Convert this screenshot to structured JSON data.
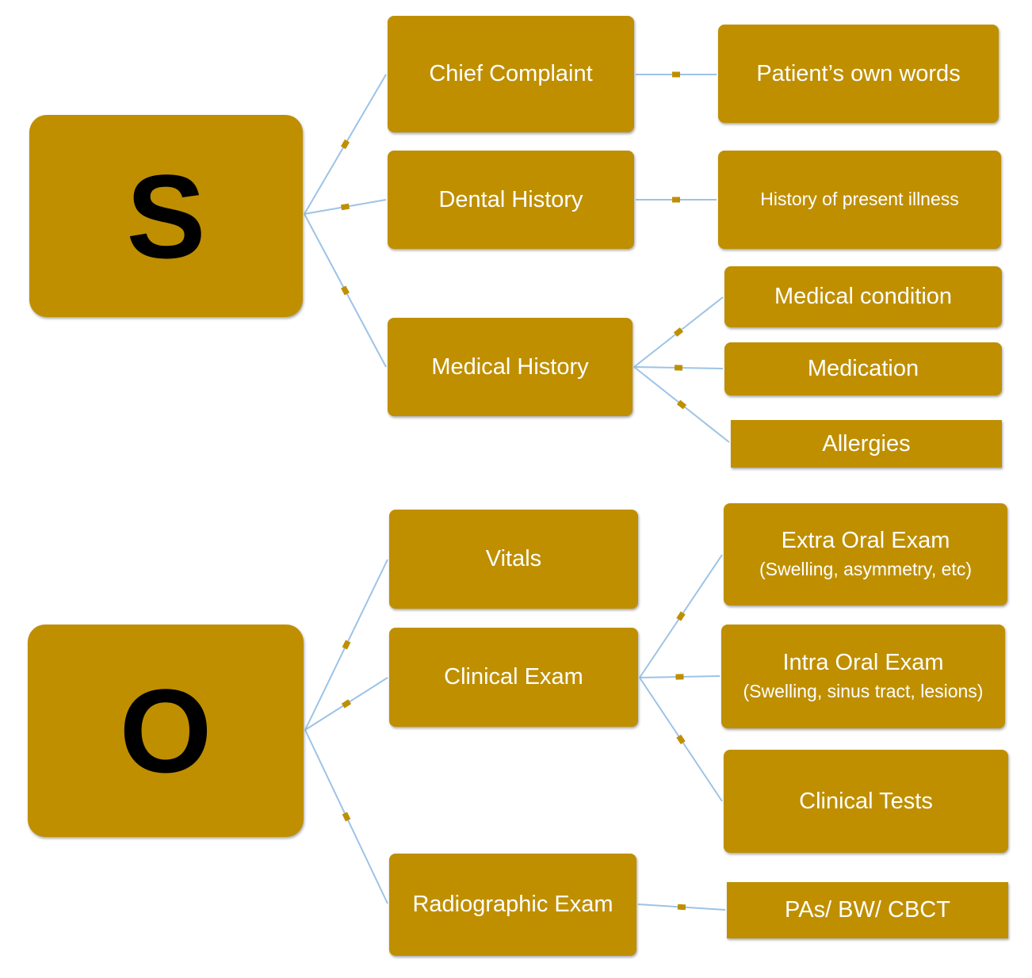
{
  "s_section": {
    "root": "S",
    "chief_complaint": "Chief Complaint",
    "patients_own_words": "Patient’s own words",
    "dental_history": "Dental History",
    "history_present_illness": "History of present illness",
    "medical_history": "Medical History",
    "medical_condition": "Medical condition",
    "medication": "Medication",
    "allergies": "Allergies"
  },
  "o_section": {
    "root": "O",
    "vitals": "Vitals",
    "clinical_exam": "Clinical Exam",
    "extra_oral_exam": "Extra Oral Exam",
    "extra_oral_detail": "(Swelling, asymmetry, etc)",
    "intra_oral_exam": "Intra Oral Exam",
    "intra_oral_detail": "(Swelling, sinus tract, lesions)",
    "clinical_tests": "Clinical Tests",
    "radiographic_exam": "Radiographic Exam",
    "pas_bw_cbct": "PAs/ BW/ CBCT"
  },
  "colors": {
    "node_fill": "#bf8f00",
    "node_text": "#ffffff",
    "root_text": "#000000",
    "connector": "#9dc3e6",
    "connector_marker": "#bf8f00"
  }
}
